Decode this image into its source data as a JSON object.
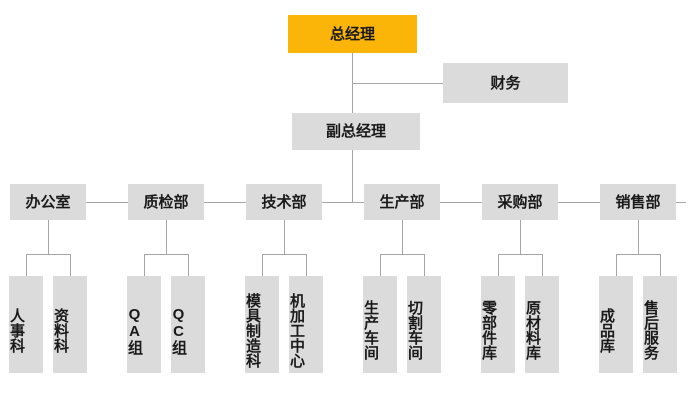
{
  "org": {
    "general_manager": "总经理",
    "finance": "财务",
    "deputy_general_manager": "副总经理",
    "departments": [
      {
        "label": "办公室",
        "children": [
          "人事科",
          "资料科"
        ]
      },
      {
        "label": "质检部",
        "children": [
          "QA组",
          "QC组"
        ]
      },
      {
        "label": "技术部",
        "children": [
          "模具制造科",
          "机加工中心"
        ]
      },
      {
        "label": "生产部",
        "children": [
          "生产车间",
          "切割车间"
        ]
      },
      {
        "label": "采购部",
        "children": [
          "零部件库",
          "原材料库"
        ]
      },
      {
        "label": "销售部",
        "children": [
          "成品库",
          "售后服务"
        ]
      }
    ]
  },
  "colors": {
    "root_bg": "#FBB408",
    "box_bg": "#DBDBDB",
    "line": "#A6A6A6",
    "text": "#1A1A1A",
    "background": "#FFFFFF"
  }
}
